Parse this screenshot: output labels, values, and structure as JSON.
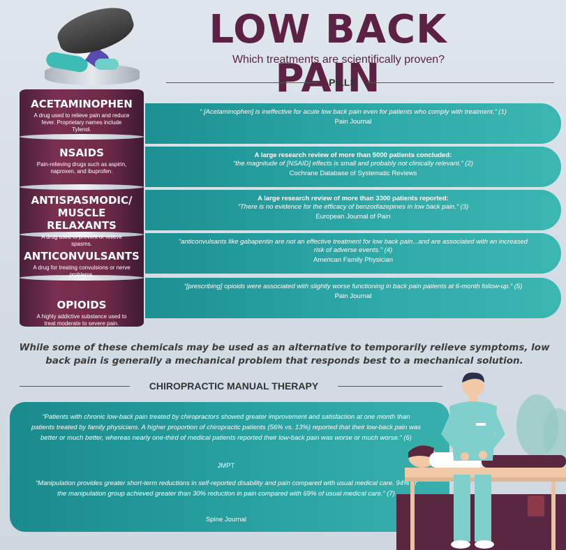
{
  "header": {
    "title": "LOW BACK PAIN",
    "subtitle": "Which treatments are scientifically proven?"
  },
  "sections": {
    "pills": "PILLS",
    "therapy": "CHIROPRACTIC MANUAL THERAPY"
  },
  "drugs": [
    {
      "name": "ACETAMINOPHEN",
      "desc": "A drug used to relieve pain and reduce fever. Proprietary names include Tylenol."
    },
    {
      "name": "NSAIDS",
      "desc": "Pain-relieving drugs such as aspirin, naproxen, and ibuprofen."
    },
    {
      "name": "ANTISPASMODIC/ MUSCLE RELAXANTS",
      "desc": "A drug used to prevent or relieve spasms."
    },
    {
      "name": "ANTICONVULSANTS",
      "desc": "A drug for treating convulsions or nerve problems."
    },
    {
      "name": "OPIOIDS",
      "desc": "A highly addictive substance used to treat moderate to severe pain."
    }
  ],
  "quotes": [
    {
      "lead": "",
      "text": "“ [Acetaminophen] is ineffective for acute low back pain even for patients who comply with treatment.” (1)",
      "source": "Pain Journal"
    },
    {
      "lead": "A large research review of more than 5000 patients concluded:",
      "text": "“the magnitude of [NSAID] effects is small and probably not clinically relevant.” (2)",
      "source": "Cochrane Database of Systematic Reviews"
    },
    {
      "lead": "A large research review of more than 3300 patients reported:",
      "text": "“There is no evidence for the efficacy of benzodiazepines in low back pain.” (3)",
      "source": "European Journal of Pain"
    },
    {
      "lead": "",
      "text": "“anticonvulsants like gabapentin are not an effective treatment for low back pain...and are associated with an increased risk of adverse events.” (4)",
      "source": "American Family Physician"
    },
    {
      "lead": "",
      "text": "“[prescribing] opioids were associated with slightly worse functioning in back pain patients at 6-month follow-up.” (5)",
      "source": "Pain Journal"
    }
  ],
  "middle_text": "While some of these chemicals may be used as an alternative to temporarily relieve symptoms, low back pain is generally a mechanical problem that responds best to a mechanical solution.",
  "therapy_quotes": [
    {
      "text": "“Patients with chronic low-back pain treated by chiropractors showed greater improvement and satisfaction at one month than patients treated by family physicians. A higher proportion of chiropractic patients (56% vs. 13%) reported that their low-back pain was better or much better, whereas nearly one-third of medical patients reported their low-back pain was worse or much worse.” (6)",
      "source": "JMPT"
    },
    {
      "text": "“Manipulation provides greater short-term reductions in self-reported disability and pain compared with usual medical care. 94% of the manipulation group achieved greater than 30% reduction in pain compared with 69% of usual medical care.” (7)",
      "source": "Spine Journal"
    }
  ],
  "colors": {
    "title": "#5b2245",
    "teal": "#2aa3a3",
    "bottle": "#6e2a48"
  },
  "illustrations": [
    "pill-bottle-icon",
    "pills-icon",
    "chiropractor-illustration"
  ]
}
